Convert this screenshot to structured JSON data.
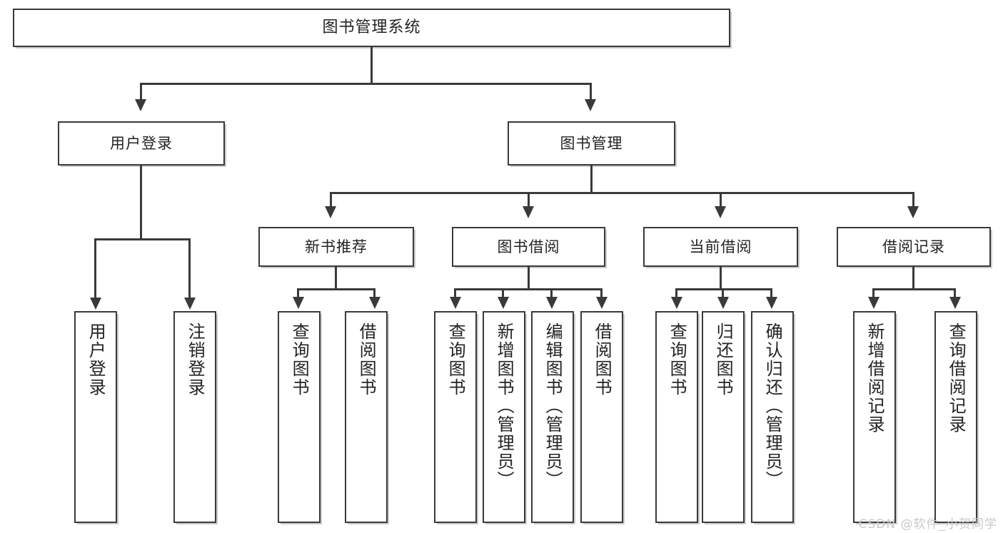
{
  "diagram": {
    "type": "hierarchy-tree",
    "title": "图书管理系统",
    "levels": 4,
    "watermark": "CSDN @软件_小贺同学",
    "colors": {
      "box_border": "#3a3a3a",
      "box_fill": "#ffffff",
      "connector": "#3a3a3a",
      "text": "#232323",
      "watermark": "#c9c9c9",
      "background": "#ffffff"
    },
    "nodes": {
      "root": {
        "label": "图书管理系统"
      },
      "level2": [
        {
          "label": "用户登录"
        },
        {
          "label": "图书管理"
        }
      ],
      "level3": [
        {
          "label": "新书推荐"
        },
        {
          "label": "图书借阅"
        },
        {
          "label": "当前借阅"
        },
        {
          "label": "借阅记录"
        }
      ],
      "leaves": {
        "user_login": [
          {
            "label": "用户登录"
          },
          {
            "label": "注销登录"
          }
        ],
        "new_book": [
          {
            "label": "查询图书"
          },
          {
            "label": "借阅图书"
          }
        ],
        "book_borrow": [
          {
            "label": "查询图书"
          },
          {
            "label": "新增图书（管理员）"
          },
          {
            "label": "编辑图书（管理员）"
          },
          {
            "label": "借阅图书"
          }
        ],
        "current_borrow": [
          {
            "label": "查询图书"
          },
          {
            "label": "归还图书"
          },
          {
            "label": "确认归还（管理员）"
          }
        ],
        "borrow_record": [
          {
            "label": "新增借阅记录"
          },
          {
            "label": "查询借阅记录"
          }
        ]
      }
    },
    "edges": [
      {
        "from": "图书管理系统",
        "to": "用户登录"
      },
      {
        "from": "图书管理系统",
        "to": "图书管理"
      },
      {
        "from": "图书管理",
        "to": "新书推荐"
      },
      {
        "from": "图书管理",
        "to": "图书借阅"
      },
      {
        "from": "图书管理",
        "to": "当前借阅"
      },
      {
        "from": "图书管理",
        "to": "借阅记录"
      },
      {
        "from": "用户登录",
        "to": "用户登录"
      },
      {
        "from": "用户登录",
        "to": "注销登录"
      },
      {
        "from": "新书推荐",
        "to": "查询图书"
      },
      {
        "from": "新书推荐",
        "to": "借阅图书"
      },
      {
        "from": "图书借阅",
        "to": "查询图书"
      },
      {
        "from": "图书借阅",
        "to": "新增图书（管理员）"
      },
      {
        "from": "图书借阅",
        "to": "编辑图书（管理员）"
      },
      {
        "from": "图书借阅",
        "to": "借阅图书"
      },
      {
        "from": "当前借阅",
        "to": "查询图书"
      },
      {
        "from": "当前借阅",
        "to": "归还图书"
      },
      {
        "from": "当前借阅",
        "to": "确认归还（管理员）"
      },
      {
        "from": "借阅记录",
        "to": "新增借阅记录"
      },
      {
        "from": "借阅记录",
        "to": "查询借阅记录"
      }
    ]
  }
}
